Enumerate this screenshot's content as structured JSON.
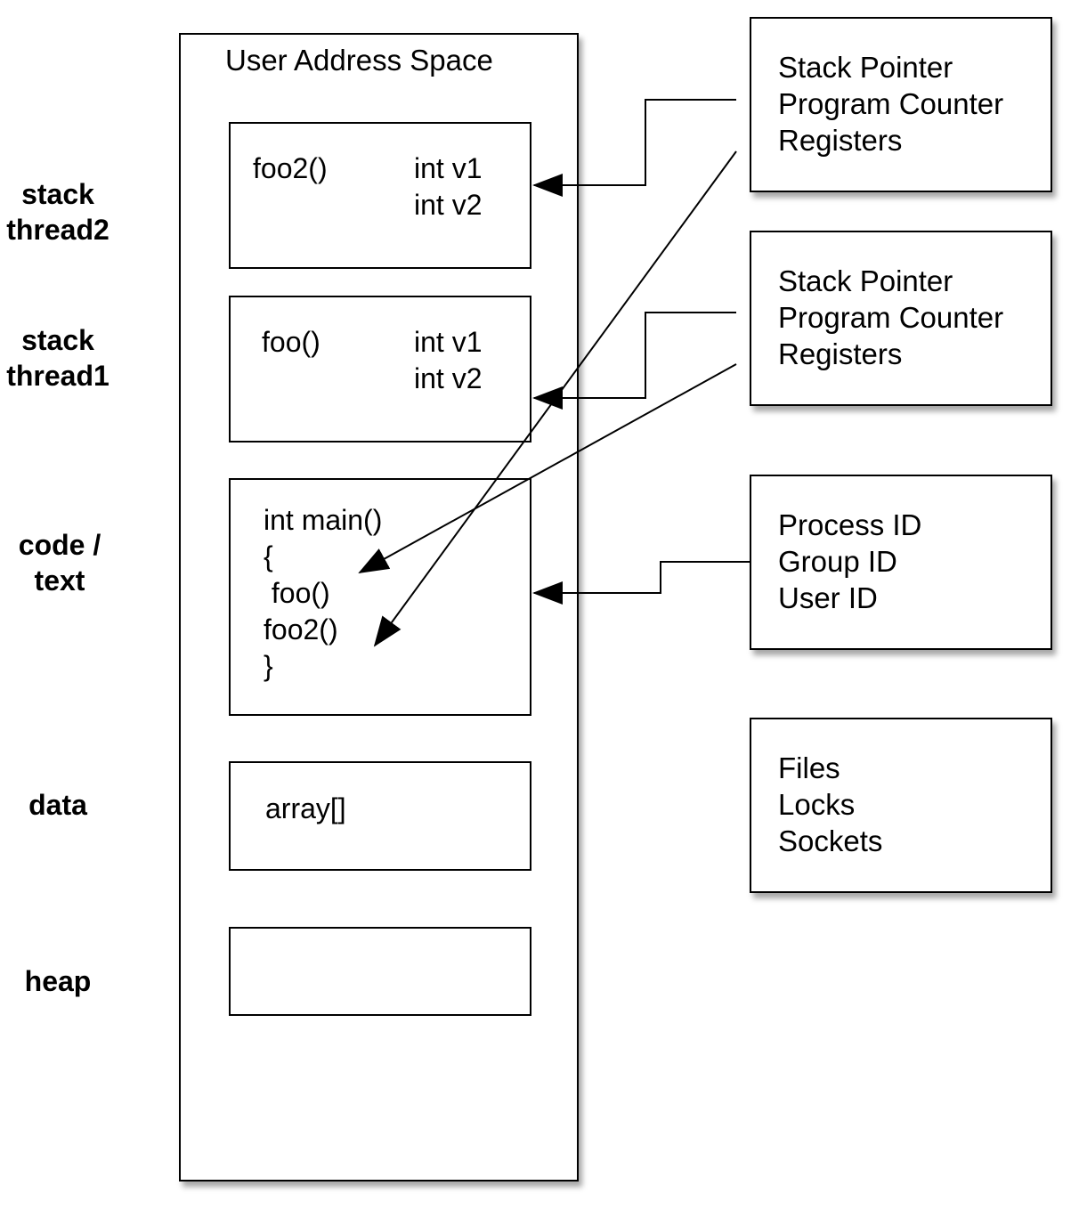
{
  "address_space": {
    "title": "User Address Space",
    "segments": {
      "stack_thread2": {
        "func": "foo2()",
        "vars": [
          "int v1",
          "int v2"
        ]
      },
      "stack_thread1": {
        "func": "foo()",
        "vars": [
          "int v1",
          "int v2"
        ]
      },
      "code": {
        "lines": [
          "int main()",
          "{",
          " foo()",
          "foo2()",
          "}"
        ]
      },
      "data": {
        "content": "array[]"
      },
      "heap": {
        "content": ""
      }
    }
  },
  "side_labels": {
    "stack_thread2": [
      "stack",
      "thread2"
    ],
    "stack_thread1": [
      "stack",
      "thread1"
    ],
    "code_text": [
      "code /",
      "text"
    ],
    "data": [
      "data"
    ],
    "heap": [
      "heap"
    ]
  },
  "right_boxes": {
    "thread2_context": [
      "Stack Pointer",
      "Program Counter",
      "Registers"
    ],
    "thread1_context": [
      "Stack Pointer",
      "Program Counter",
      "Registers"
    ],
    "process_ids": [
      "Process ID",
      "Group ID",
      "User ID"
    ],
    "resources": [
      "Files",
      "Locks",
      "Sockets"
    ]
  }
}
